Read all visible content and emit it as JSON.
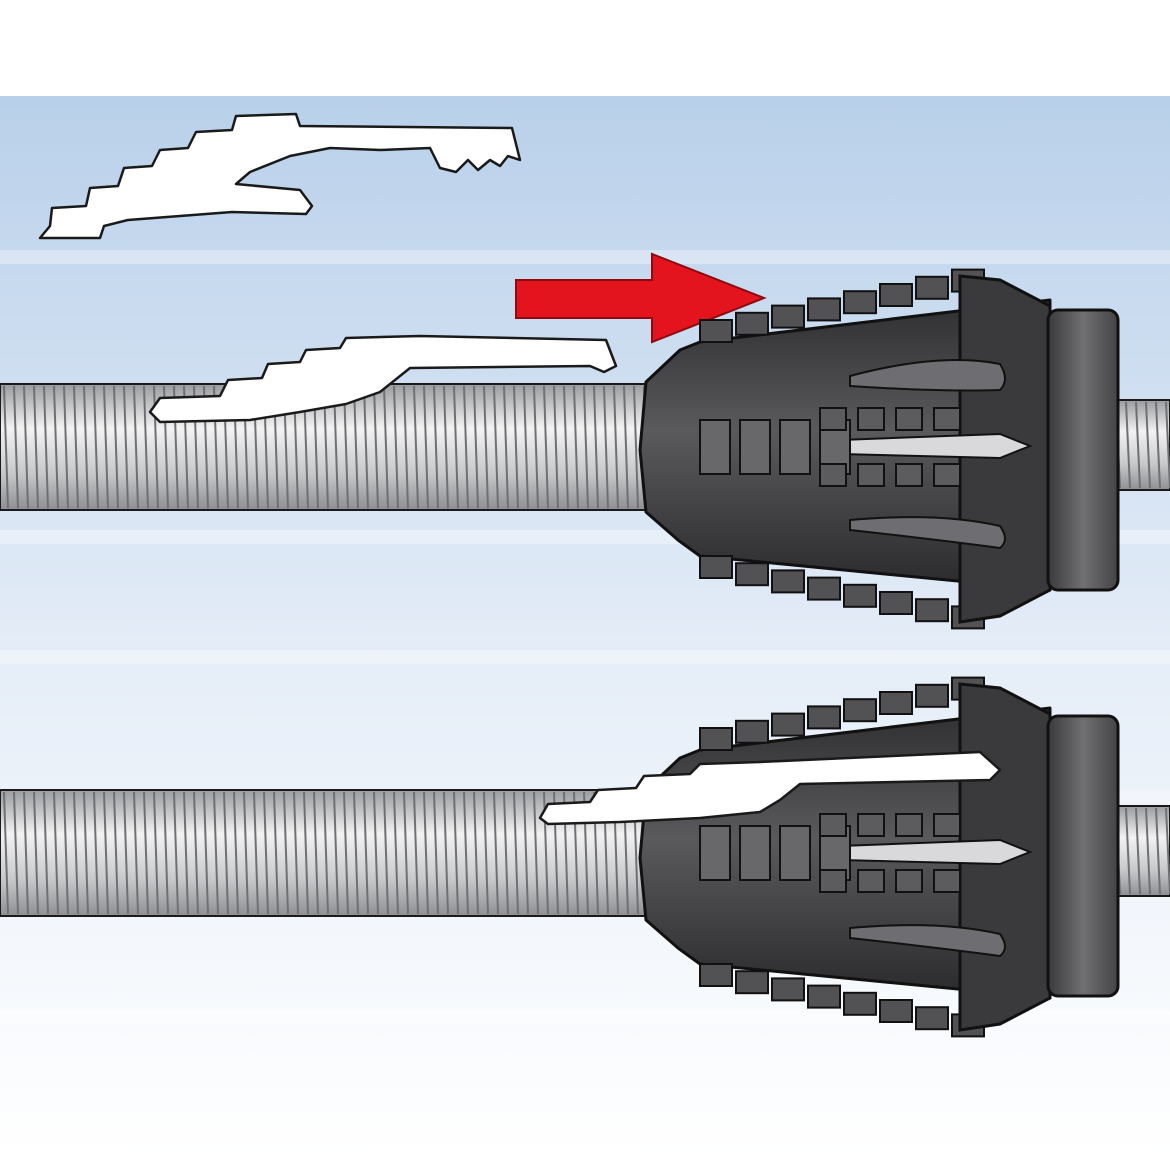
{
  "diagram": {
    "type": "assembly-illustration",
    "subject": "threaded-rod-with-cone-sleeve",
    "steps": [
      {
        "step": 1,
        "clip_state": "being-inserted",
        "arrow_direction": "right"
      },
      {
        "step": 2,
        "clip_state": "seated-in-sleeve"
      }
    ],
    "colors": {
      "background_top": "#b9d0ea",
      "background_bottom": "#ffffff",
      "arrow": "#e3141e",
      "sleeve": "#3e3e40",
      "rod": "#d9dadc",
      "clip": "#ffffff",
      "outline": "#1a1a1a"
    }
  }
}
